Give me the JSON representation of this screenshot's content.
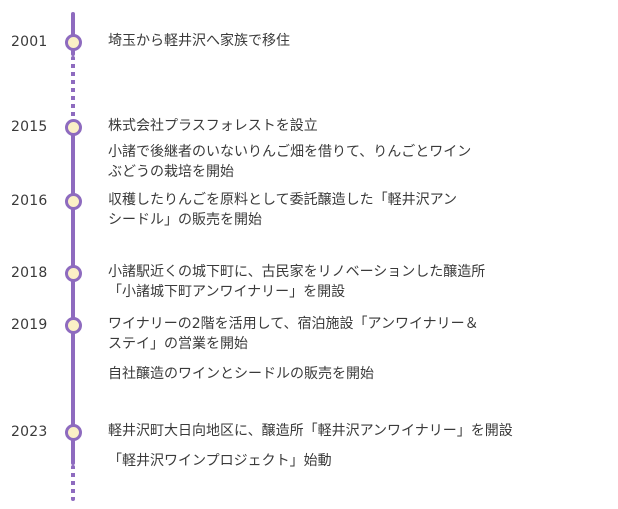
{
  "accent_color": "#8e6bbf",
  "node_fill": "#fbf0c6",
  "events": [
    {
      "year": "2001",
      "items": [
        [
          "埼玉から軽井沢へ家族で移住"
        ]
      ]
    },
    {
      "year": "2015",
      "items": [
        [
          "株式会社プラスフォレストを設立"
        ],
        [
          "小諸で後継者のいないりんご畑を借りて、りんごとワイン",
          "ぶどうの栽培を開始"
        ]
      ]
    },
    {
      "year": "2016",
      "items": [
        [
          "収穫したりんごを原料として委託醸造した「軽井沢アン",
          "シードル」の販売を開始"
        ]
      ]
    },
    {
      "year": "2018",
      "items": [
        [
          "小諸駅近くの城下町に、古民家をリノベーションした醸造所",
          "「小諸城下町アンワイナリー」を開設"
        ]
      ]
    },
    {
      "year": "2019",
      "items": [
        [
          "ワイナリーの2階を活用して、宿泊施設「アンワイナリー＆",
          "ステイ」の営業を開始"
        ],
        [
          "自社醸造のワインとシードルの販売を開始"
        ]
      ]
    },
    {
      "year": "2023",
      "items": [
        [
          "軽井沢町大日向地区に、醸造所「軽井沢アンワイナリー」を開設"
        ],
        [
          "「軽井沢ワインプロジェクト」始動"
        ]
      ]
    }
  ]
}
